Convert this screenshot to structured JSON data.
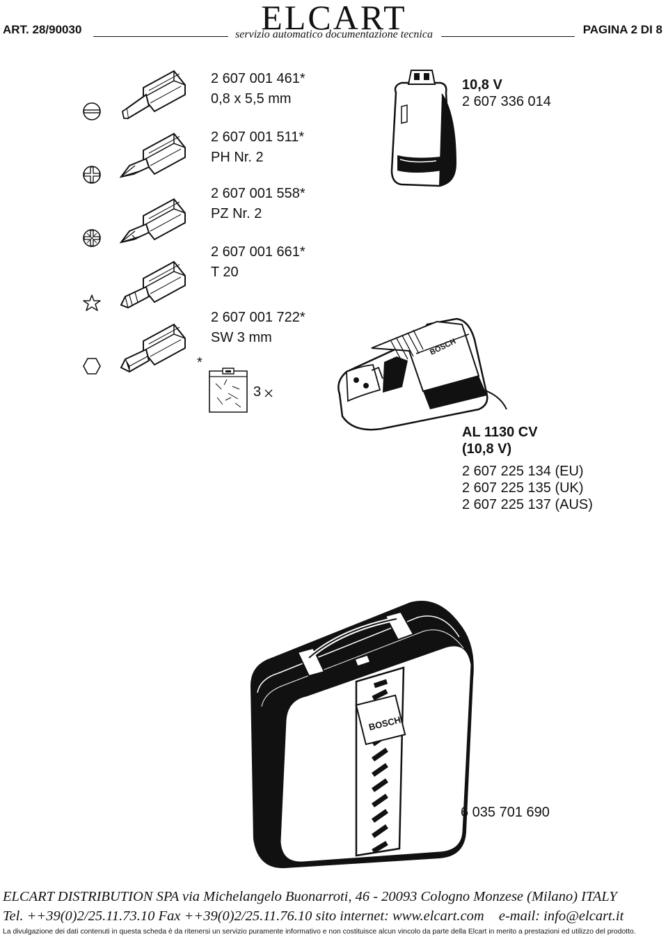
{
  "header": {
    "article": "ART. 28/90030",
    "brand": "ELCART",
    "subtitle": "servizio automatico documentazione tecnica",
    "page": "PAGINA 2 DI 8"
  },
  "bits": [
    {
      "code": "2 607 001 461*",
      "desc": "0,8 x 5,5 mm",
      "icon": "slotted-screw-icon"
    },
    {
      "code": "2 607 001 511*",
      "desc": "PH Nr. 2",
      "icon": "phillips-screw-icon"
    },
    {
      "code": "2 607 001 558*",
      "desc": "PZ Nr. 2",
      "icon": "pozidriv-screw-icon"
    },
    {
      "code": "2 607 001 661*",
      "desc": "T 20",
      "icon": "torx-screw-icon"
    },
    {
      "code": "2 607 001 722*",
      "desc": "SW 3 mm",
      "icon": "hex-screw-icon"
    }
  ],
  "pack": {
    "asterisk": "*",
    "quantity": "3",
    "multiply": "×"
  },
  "battery": {
    "voltage": "10,8 V",
    "code": "2 607 336 014"
  },
  "charger": {
    "name": "AL 1130 CV",
    "voltage": "(10,8 V)",
    "codes": [
      "2 607 225 134 (EU)",
      "2 607 225 135 (UK)",
      "2 607 225 137 (AUS)"
    ],
    "logo": "BOSCH"
  },
  "case": {
    "code": "6 035 701 690",
    "logo": "BOSCH"
  },
  "footer": {
    "address": "ELCART DISTRIBUTION SPA  via Michelangelo Buonarroti, 46 - 20093 Cologno Monzese (Milano) ITALY",
    "tel": "Tel. ++39(0)2/25.11.73.10 Fax ++39(0)2/25.11.76.10 sito internet:",
    "web": "www.elcart.com",
    "email": "e-mail: info@elcart.it",
    "disclaimer": "La divulgazione dei dati contenuti in questa scheda è da ritenersi un servizio puramente informativo e non costituisce alcun vincolo da parte della Elcart in merito a prestazioni ed utilizzo del prodotto."
  }
}
